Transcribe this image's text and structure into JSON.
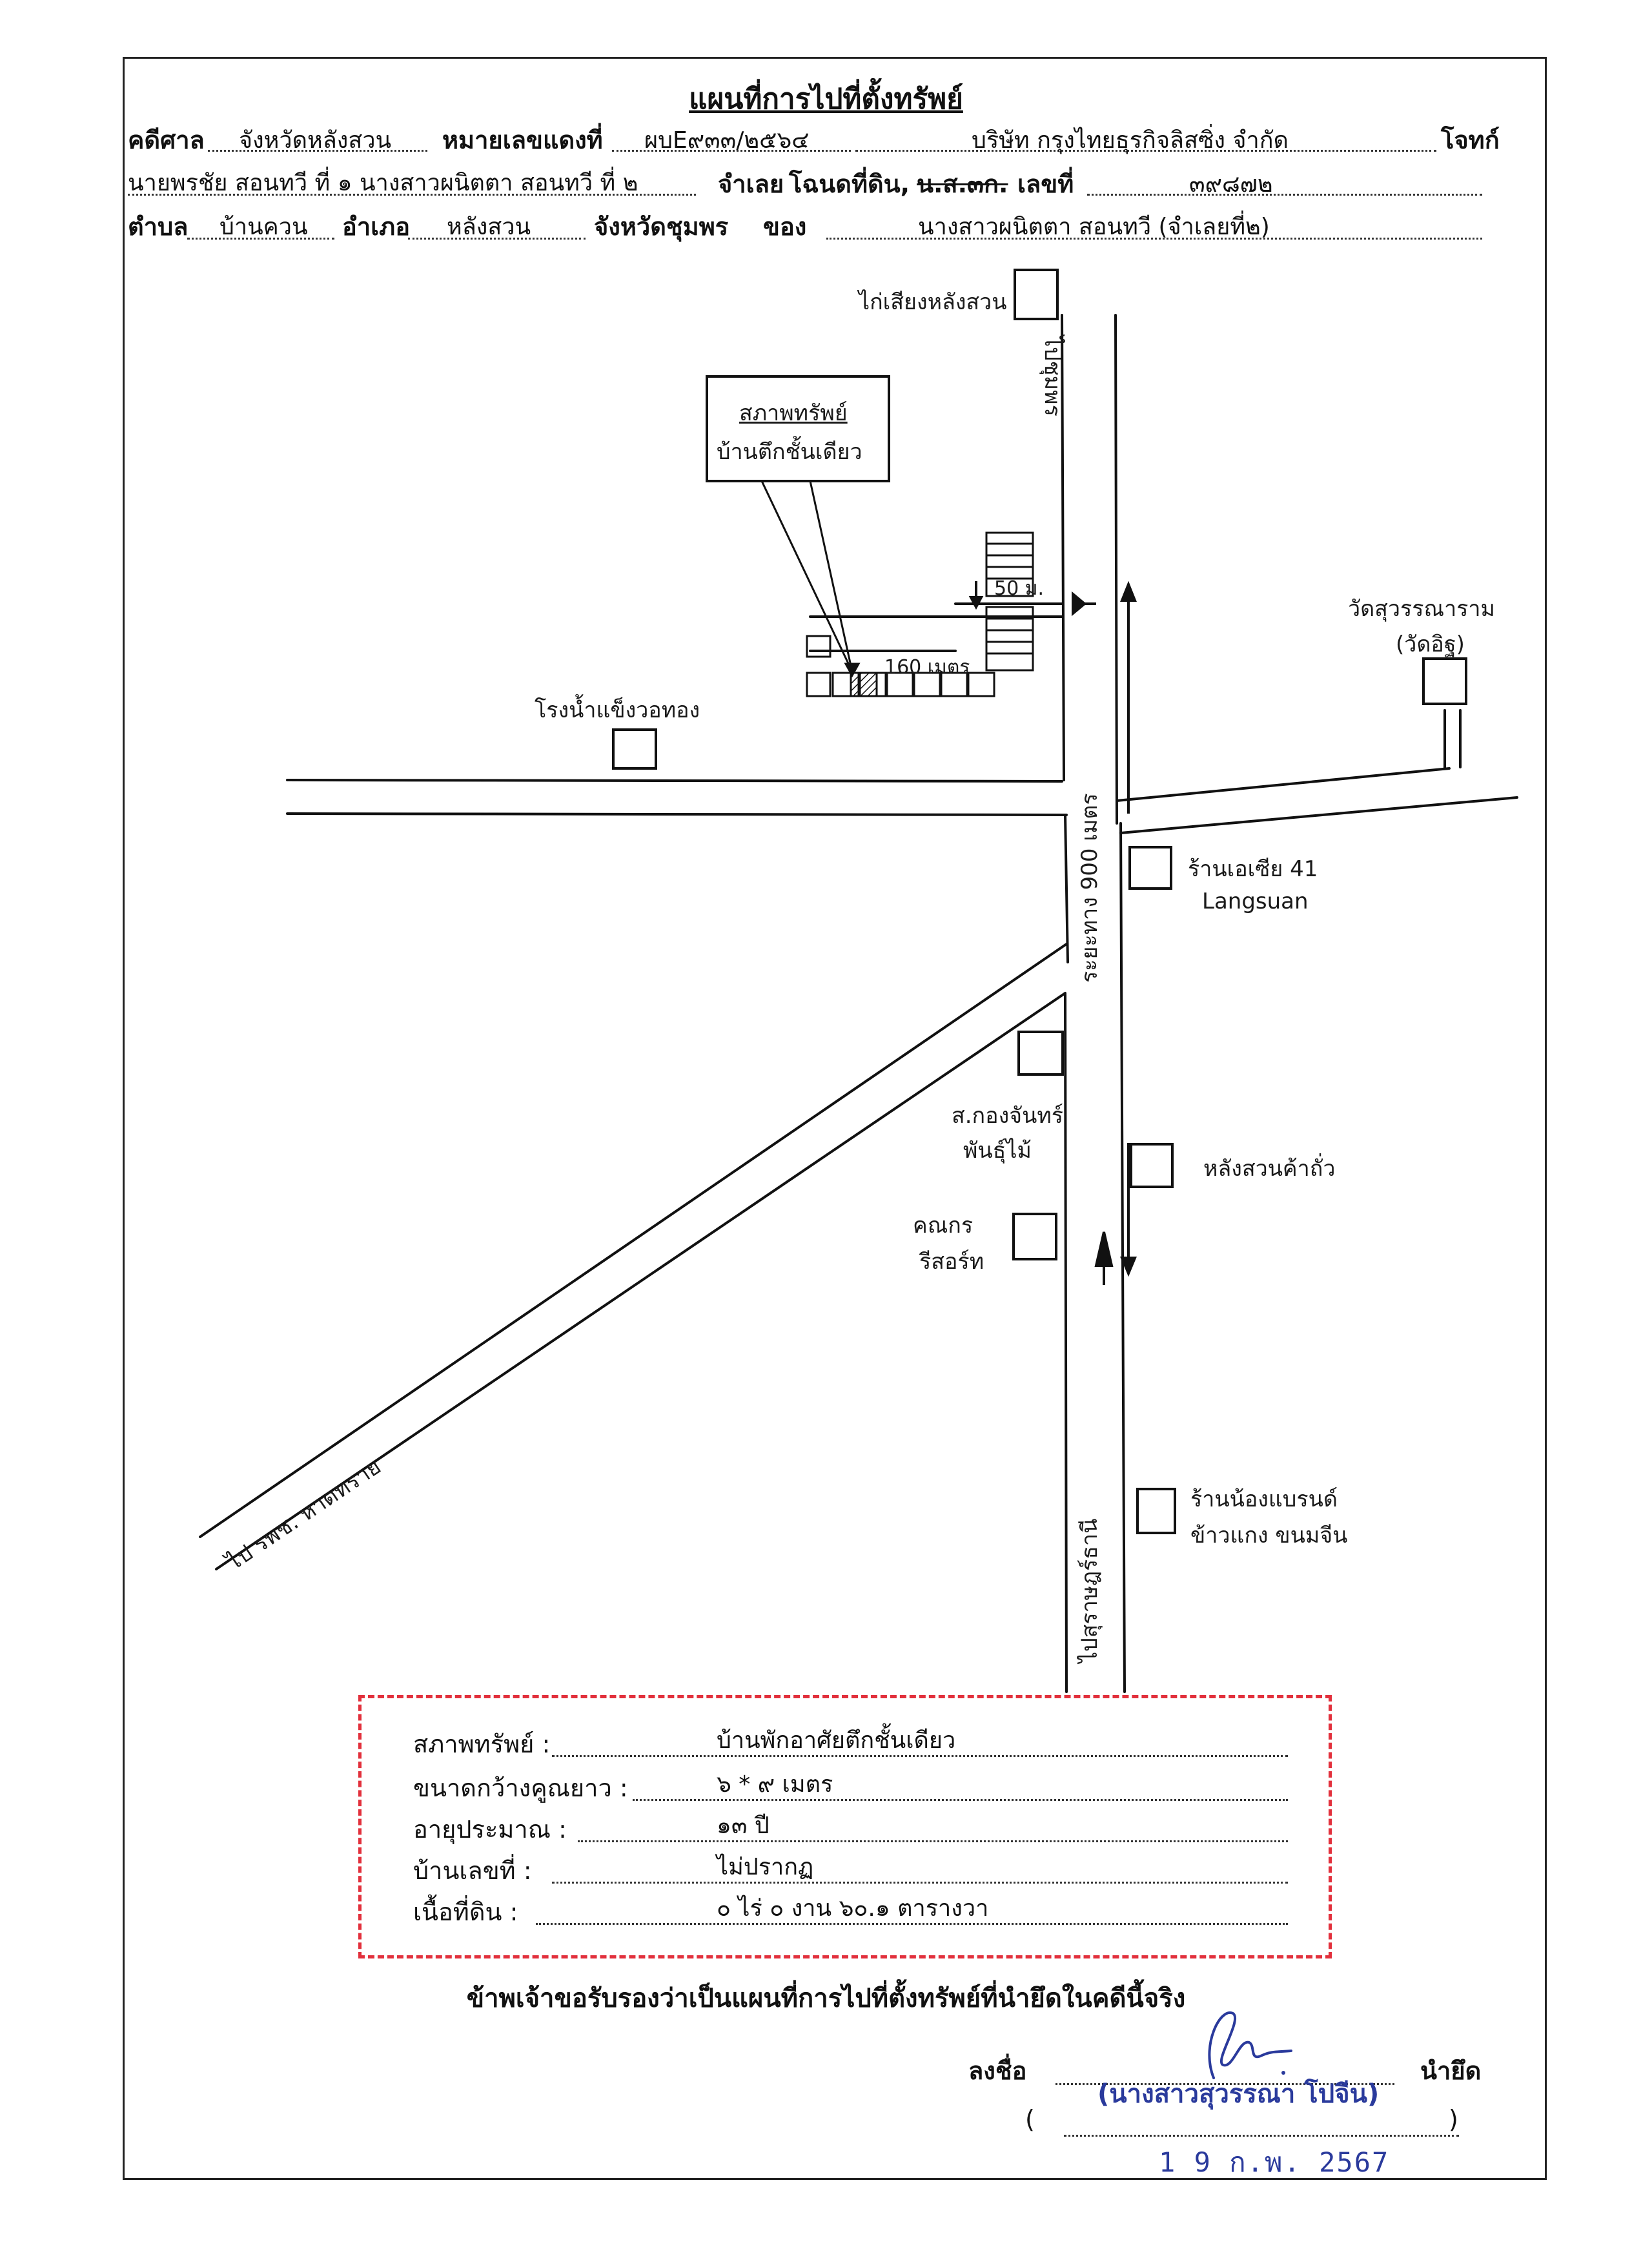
{
  "title": "แผนที่การไปที่ตั้งทรัพย์",
  "header": {
    "court_label": "คดีศาล",
    "court_value": "จังหวัดหลังสวน",
    "case_no_label": "หมายเลขแดงที่",
    "case_no_value": "ผบE๙๓๓/๒๕๖๔",
    "plaintiff_value": "บริษัท กรุงไทยธุรกิจลิสซิ่ง จำกัด",
    "plaintiff_label": "โจทก์",
    "defendants_value": "นายพรชัย สอนทวี ที่ ๑ นางสาวผนิตตา สอนทวี ที่ ๒",
    "defendant_label": "จำเลย",
    "deed_label": "โฉนดที่ดิน,",
    "deed_struck": "น.ส.๓ก.",
    "number_label": "เลขที่",
    "number_value": "๓๙๘๗๒",
    "subdistrict_label": "ตำบล",
    "subdistrict_value": "บ้านควน",
    "district_label": "อำเภอ",
    "district_value": "หลังสวน",
    "province_label": "จังหวัดชุมพร",
    "owner_label": "ของ",
    "owner_value": "นางสาวผนิตตา สอนทวี (จำเลยที่๒)"
  },
  "map": {
    "labels": {
      "chicken_shop": "ไก่เสียงหลังสวน",
      "to_chumphon": "ไปชุมพร",
      "property_box_line1": "สภาพทรัพย์",
      "property_box_line2": "บ้านตึกชั้นเดียว",
      "dist_50": "50 ม.",
      "dist_160": "160 เมตร",
      "temple_line1": "วัดสุวรรณาราม",
      "temple_line2": "(วัดอิฐ)",
      "ice_factory": "โรงน้ำแข็งวอทอง",
      "dist_900": "ระยะทาง 900 เมตร",
      "asia_shop_line1": "ร้านเอเซีย 41",
      "asia_shop_line2": "Langsuan",
      "plant_shop_line1": "ส.กองจันทร์",
      "plant_shop_line2": "พันธุ์ไม้",
      "langsuan_store": "หลังสวนค้าถั่ว",
      "resort_line1": "คณกร",
      "resort_line2": "รีสอร์ท",
      "brand_shop_line1": "ร้านน้องแบรนด์",
      "brand_shop_line2": "ข้าวแกง ขนมจีน",
      "to_surat": "ไปสุราษฎร์ธานี",
      "to_hat_sai": "ไป รพช. หาดทราย"
    }
  },
  "info": {
    "condition_label": "สภาพทรัพย์ :",
    "condition_value": "บ้านพักอาศัยตึกชั้นเดียว",
    "size_label": "ขนาดกว้างคูณยาว :",
    "size_value": "๖ * ๙ เมตร",
    "age_label": "อายุประมาณ :",
    "age_value": "๑๓ ปี",
    "house_no_label": "บ้านเลขที่ :",
    "house_no_value": "ไม่ปรากฏ",
    "land_area_label": "เนื้อที่ดิน :",
    "land_area_value": "๐ ไร่ ๐ งาน ๖๐.๑ ตารางวา"
  },
  "certification": "ข้าพเจ้าขอรับรองว่าเป็นแผนที่การไปที่ตั้งทรัพย์ที่นำยึดในคดีนี้จริง",
  "signature": {
    "sign_label": "ลงชื่อ",
    "role_label": "นำยึด",
    "name": "(นางสาวสุวรรณา โปจีน)",
    "open_paren": "(",
    "close_paren": ")",
    "date_stamp": "1 9 ก.พ. 2567"
  }
}
